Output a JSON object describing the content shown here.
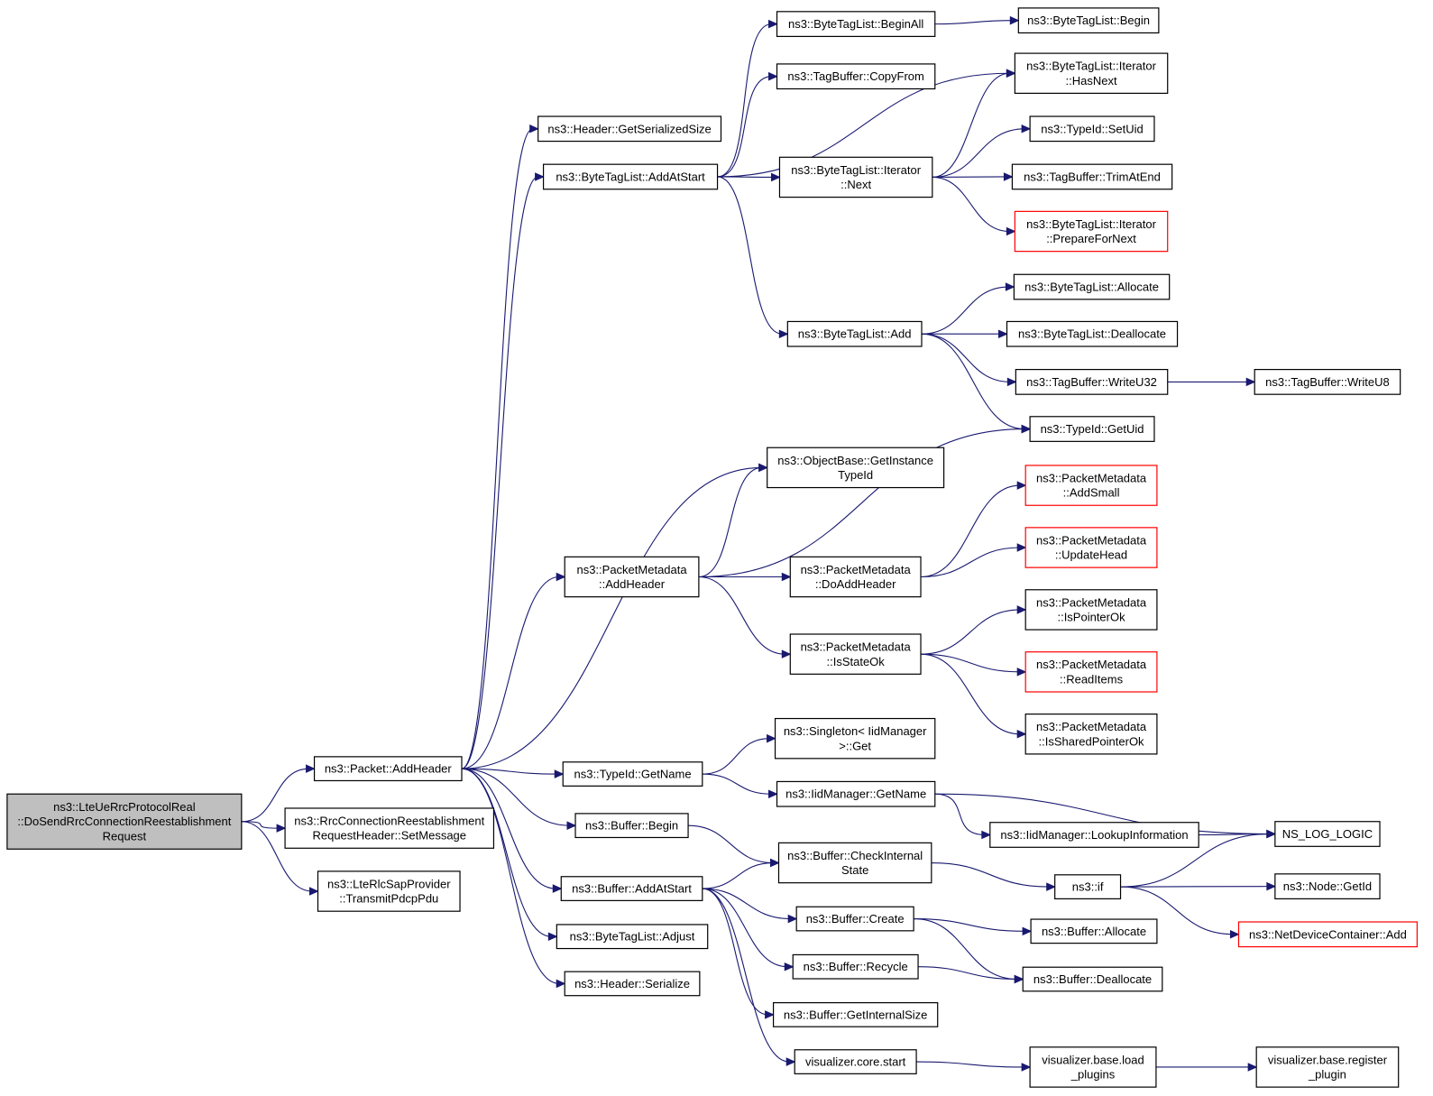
{
  "colors": {
    "edge": "#191970",
    "root_fill": "#bfbfbf",
    "node_border": "#000000",
    "truncated_node_border": "#ff0000"
  },
  "nodes": [
    {
      "id": "root",
      "lines": [
        "ns3::LteUeRrcProtocolReal",
        "::DoSendRrcConnectionReestablishment",
        "Request"
      ]
    },
    {
      "id": "pkt_addheader",
      "lines": [
        "ns3::Packet::AddHeader"
      ]
    },
    {
      "id": "rrc_setmessage",
      "lines": [
        "ns3::RrcConnectionReestablishment",
        "RequestHeader::SetMessage"
      ]
    },
    {
      "id": "rlc_transmit",
      "lines": [
        "ns3::LteRlcSapProvider",
        "::TransmitPdcpPdu"
      ]
    },
    {
      "id": "hdr_getsize",
      "lines": [
        "ns3::Header::GetSerializedSize"
      ]
    },
    {
      "id": "btl_addatstart",
      "lines": [
        "ns3::ByteTagList::AddAtStart"
      ]
    },
    {
      "id": "pm_addheader",
      "lines": [
        "ns3::PacketMetadata",
        "::AddHeader"
      ]
    },
    {
      "id": "typeid_getname",
      "lines": [
        "ns3::TypeId::GetName"
      ]
    },
    {
      "id": "buf_begin",
      "lines": [
        "ns3::Buffer::Begin"
      ]
    },
    {
      "id": "buf_addatstart",
      "lines": [
        "ns3::Buffer::AddAtStart"
      ]
    },
    {
      "id": "btl_adjust",
      "lines": [
        "ns3::ByteTagList::Adjust"
      ]
    },
    {
      "id": "hdr_serialize",
      "lines": [
        "ns3::Header::Serialize"
      ]
    },
    {
      "id": "btl_beginall",
      "lines": [
        "ns3::ByteTagList::BeginAll"
      ]
    },
    {
      "id": "tb_copyfrom",
      "lines": [
        "ns3::TagBuffer::CopyFrom"
      ]
    },
    {
      "id": "btl_it_next",
      "lines": [
        "ns3::ByteTagList::Iterator",
        "::Next"
      ]
    },
    {
      "id": "btl_add",
      "lines": [
        "ns3::ByteTagList::Add"
      ]
    },
    {
      "id": "ob_getinstance",
      "lines": [
        "ns3::ObjectBase::GetInstance",
        "TypeId"
      ]
    },
    {
      "id": "pm_doaddheader",
      "lines": [
        "ns3::PacketMetadata",
        "::DoAddHeader"
      ]
    },
    {
      "id": "pm_isstateok",
      "lines": [
        "ns3::PacketMetadata",
        "::IsStateOk"
      ]
    },
    {
      "id": "singleton_get",
      "lines": [
        "ns3::Singleton< IidManager",
        ">::Get"
      ]
    },
    {
      "id": "iid_getname",
      "lines": [
        "ns3::IidManager::GetName"
      ]
    },
    {
      "id": "buf_checkinternal",
      "lines": [
        "ns3::Buffer::CheckInternal",
        "State"
      ]
    },
    {
      "id": "buf_create",
      "lines": [
        "ns3::Buffer::Create"
      ]
    },
    {
      "id": "buf_recycle",
      "lines": [
        "ns3::Buffer::Recycle"
      ]
    },
    {
      "id": "buf_getinternalsize",
      "lines": [
        "ns3::Buffer::GetInternalSize"
      ]
    },
    {
      "id": "vis_core_start",
      "lines": [
        "visualizer.core.start"
      ]
    },
    {
      "id": "btl_begin",
      "lines": [
        "ns3::ByteTagList::Begin"
      ]
    },
    {
      "id": "btl_it_hasnext",
      "lines": [
        "ns3::ByteTagList::Iterator",
        "::HasNext"
      ]
    },
    {
      "id": "typeid_setuid",
      "lines": [
        "ns3::TypeId::SetUid"
      ]
    },
    {
      "id": "tb_trimatend",
      "lines": [
        "ns3::TagBuffer::TrimAtEnd"
      ]
    },
    {
      "id": "btl_it_prepare",
      "lines": [
        "ns3::ByteTagList::Iterator",
        "::PrepareForNext"
      ]
    },
    {
      "id": "btl_allocate",
      "lines": [
        "ns3::ByteTagList::Allocate"
      ]
    },
    {
      "id": "btl_deallocate",
      "lines": [
        "ns3::ByteTagList::Deallocate"
      ]
    },
    {
      "id": "tb_writeu32",
      "lines": [
        "ns3::TagBuffer::WriteU32"
      ]
    },
    {
      "id": "typeid_getuid",
      "lines": [
        "ns3::TypeId::GetUid"
      ]
    },
    {
      "id": "pm_addsmall",
      "lines": [
        "ns3::PacketMetadata",
        "::AddSmall"
      ]
    },
    {
      "id": "pm_updatehead",
      "lines": [
        "ns3::PacketMetadata",
        "::UpdateHead"
      ]
    },
    {
      "id": "pm_ispointerok",
      "lines": [
        "ns3::PacketMetadata",
        "::IsPointerOk"
      ]
    },
    {
      "id": "pm_readitems",
      "lines": [
        "ns3::PacketMetadata",
        "::ReadItems"
      ]
    },
    {
      "id": "pm_issharedpointerok",
      "lines": [
        "ns3::PacketMetadata",
        "::IsSharedPointerOk"
      ]
    },
    {
      "id": "iid_lookup",
      "lines": [
        "ns3::IidManager::LookupInformation"
      ]
    },
    {
      "id": "ns3_if",
      "lines": [
        "ns3::if"
      ]
    },
    {
      "id": "buf_allocate",
      "lines": [
        "ns3::Buffer::Allocate"
      ]
    },
    {
      "id": "buf_deallocate",
      "lines": [
        "ns3::Buffer::Deallocate"
      ]
    },
    {
      "id": "vis_load_plugins",
      "lines": [
        "visualizer.base.load",
        "_plugins"
      ]
    },
    {
      "id": "tb_writeu8",
      "lines": [
        "ns3::TagBuffer::WriteU8"
      ]
    },
    {
      "id": "ns_log_logic",
      "lines": [
        "NS_LOG_LOGIC"
      ]
    },
    {
      "id": "node_getid",
      "lines": [
        "ns3::Node::GetId"
      ]
    },
    {
      "id": "ndc_add",
      "lines": [
        "ns3::NetDeviceContainer::Add"
      ]
    },
    {
      "id": "vis_register_plugin",
      "lines": [
        "visualizer.base.register",
        "_plugin"
      ]
    }
  ],
  "edges": [
    [
      "root",
      "pkt_addheader"
    ],
    [
      "root",
      "rrc_setmessage"
    ],
    [
      "root",
      "rlc_transmit"
    ],
    [
      "pkt_addheader",
      "hdr_getsize"
    ],
    [
      "pkt_addheader",
      "btl_addatstart"
    ],
    [
      "pkt_addheader",
      "ob_getinstance"
    ],
    [
      "pkt_addheader",
      "pm_addheader"
    ],
    [
      "pkt_addheader",
      "typeid_getname"
    ],
    [
      "pkt_addheader",
      "buf_begin"
    ],
    [
      "pkt_addheader",
      "buf_addatstart"
    ],
    [
      "pkt_addheader",
      "btl_adjust"
    ],
    [
      "pkt_addheader",
      "hdr_serialize"
    ],
    [
      "btl_addatstart",
      "btl_beginall"
    ],
    [
      "btl_addatstart",
      "tb_copyfrom"
    ],
    [
      "btl_addatstart",
      "btl_it_hasnext"
    ],
    [
      "btl_addatstart",
      "btl_it_next"
    ],
    [
      "btl_addatstart",
      "btl_add"
    ],
    [
      "btl_beginall",
      "btl_begin"
    ],
    [
      "btl_it_next",
      "btl_it_hasnext"
    ],
    [
      "btl_it_next",
      "typeid_setuid"
    ],
    [
      "btl_it_next",
      "tb_trimatend"
    ],
    [
      "btl_it_next",
      "btl_it_prepare"
    ],
    [
      "btl_add",
      "btl_allocate"
    ],
    [
      "btl_add",
      "btl_deallocate"
    ],
    [
      "btl_add",
      "tb_writeu32"
    ],
    [
      "btl_add",
      "typeid_getuid"
    ],
    [
      "tb_writeu32",
      "tb_writeu8"
    ],
    [
      "pm_addheader",
      "ob_getinstance"
    ],
    [
      "pm_addheader",
      "typeid_getuid"
    ],
    [
      "pm_addheader",
      "pm_doaddheader"
    ],
    [
      "pm_addheader",
      "pm_isstateok"
    ],
    [
      "pm_doaddheader",
      "pm_addsmall"
    ],
    [
      "pm_doaddheader",
      "pm_updatehead"
    ],
    [
      "pm_isstateok",
      "pm_ispointerok"
    ],
    [
      "pm_isstateok",
      "pm_readitems"
    ],
    [
      "pm_isstateok",
      "pm_issharedpointerok"
    ],
    [
      "typeid_getname",
      "singleton_get"
    ],
    [
      "typeid_getname",
      "iid_getname"
    ],
    [
      "iid_getname",
      "ns_log_logic"
    ],
    [
      "iid_getname",
      "iid_lookup"
    ],
    [
      "iid_lookup",
      "ns_log_logic"
    ],
    [
      "buf_begin",
      "buf_checkinternal"
    ],
    [
      "buf_addatstart",
      "buf_checkinternal"
    ],
    [
      "buf_addatstart",
      "buf_create"
    ],
    [
      "buf_addatstart",
      "buf_recycle"
    ],
    [
      "buf_addatstart",
      "buf_getinternalsize"
    ],
    [
      "buf_addatstart",
      "vis_core_start"
    ],
    [
      "buf_checkinternal",
      "ns3_if"
    ],
    [
      "ns3_if",
      "ns_log_logic"
    ],
    [
      "ns3_if",
      "node_getid"
    ],
    [
      "ns3_if",
      "ndc_add"
    ],
    [
      "buf_create",
      "buf_allocate"
    ],
    [
      "buf_create",
      "buf_deallocate"
    ],
    [
      "buf_recycle",
      "buf_deallocate"
    ],
    [
      "vis_core_start",
      "vis_load_plugins"
    ],
    [
      "vis_load_plugins",
      "vis_register_plugin"
    ]
  ]
}
